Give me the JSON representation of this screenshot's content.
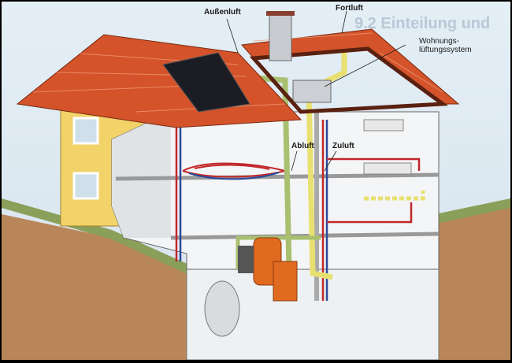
{
  "background_heading": "9.2 Einteilung und",
  "labels": {
    "outside_air": "Außenluft",
    "exhaust_air_out": "Fortluft",
    "ventilation_system_line1": "Wohnungs-",
    "ventilation_system_line2": "lüftungssystem",
    "extract_air": "Abluft",
    "supply_air": "Zuluft"
  },
  "colors": {
    "roof": "#d4532a",
    "wall_yellow": "#f2d36a",
    "supply_duct": "#e8e070",
    "outside_duct": "#a8c070",
    "heating_red": "#c0282a",
    "heating_blue": "#2a4a9a",
    "boiler": "#e06a20",
    "ground": "#b07a4a"
  }
}
